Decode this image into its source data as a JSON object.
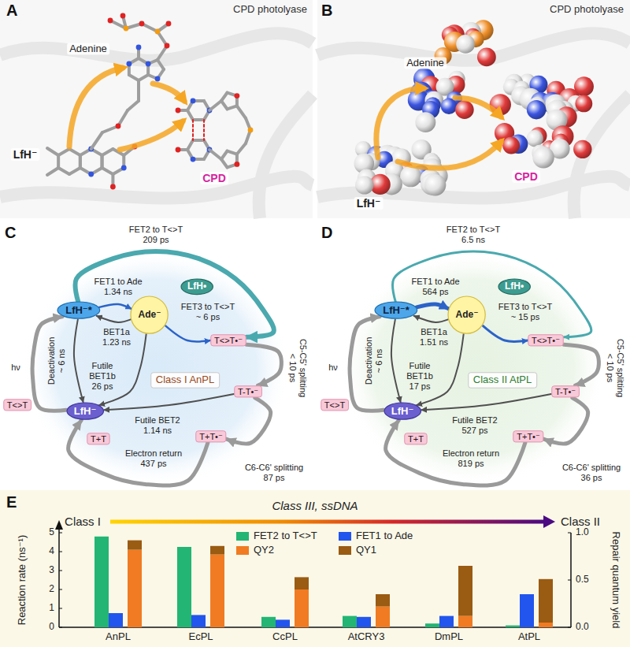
{
  "diagram": {
    "nodes": [
      {
        "text": [
          "LfH⁻*"
        ]
      },
      {
        "text": [
          "Ade⁻"
        ]
      },
      {
        "text": [
          "LfH•"
        ]
      },
      {
        "text": [
          "LfH⁻"
        ]
      },
      {
        "text": [
          "T<>T"
        ]
      },
      {
        "text": [
          "T<>T•⁻"
        ]
      },
      {
        "text": [
          "T-T•⁻"
        ]
      },
      {
        "text": [
          "T+T•⁻"
        ]
      },
      {
        "text": [
          "T+T"
        ]
      },
      {
        "text": [
          "Class I AnPL"
        ]
      },
      {
        "text": [
          "LfH⁻*"
        ]
      },
      {
        "text": [
          "Ade⁻"
        ]
      },
      {
        "text": [
          "LfH•"
        ]
      },
      {
        "text": [
          "LfH⁻"
        ]
      },
      {
        "text": [
          "T<>T"
        ]
      },
      {
        "text": [
          "T<>T•⁻"
        ]
      },
      {
        "text": [
          "T-T•⁻"
        ]
      },
      {
        "text": [
          "T+T•⁻"
        ]
      },
      {
        "text": [
          "T+T"
        ]
      },
      {
        "text": [
          "Class II AtPL"
        ]
      }
    ],
    "edges": [
      {
        "from": 0,
        "to": 5,
        "arrow": "to",
        "label": "FET2 to T<>T 209 ps"
      },
      {
        "from": 3,
        "to": 0,
        "arrow": "to",
        "label": "hν"
      },
      {
        "from": 0,
        "to": 1,
        "arrow": "to",
        "label": "FET1 to Ade 1.34 ns"
      },
      {
        "from": 1,
        "to": 0,
        "arrow": "to",
        "label": "BET1a 1.23 ns"
      },
      {
        "from": 1,
        "to": 5,
        "arrow": "to",
        "label": "FET3 to T<>T ~ 6 ps"
      },
      {
        "from": 1,
        "to": 3,
        "arrow": "to",
        "label": "Futile BET1b 26 ps"
      },
      {
        "from": 0,
        "to": 3,
        "arrow": "to",
        "label": "Deactivation ~ 6 ns"
      },
      {
        "from": 5,
        "to": 6,
        "arrow": "to",
        "label": "C5-C5' splitting < 10 ps"
      },
      {
        "from": 6,
        "to": 7,
        "arrow": "to",
        "label": "C6-C6' splitting 87 ps"
      },
      {
        "from": 6,
        "to": 3,
        "arrow": "to",
        "label": "Futile BET2 1.14 ns"
      },
      {
        "from": 7,
        "to": 3,
        "arrow": "to",
        "label": "Electron return 437 ps"
      },
      {
        "from": 10,
        "to": 15,
        "arrow": "to",
        "label": "FET2 to T<>T 6.5 ns"
      },
      {
        "from": 13,
        "to": 10,
        "arrow": "to",
        "label": "hν"
      },
      {
        "from": 10,
        "to": 11,
        "arrow": "to",
        "label": "FET1 to Ade 564 ps"
      },
      {
        "from": 11,
        "to": 10,
        "arrow": "to",
        "label": "BET1a 1.51 ns"
      },
      {
        "from": 11,
        "to": 15,
        "arrow": "to",
        "label": "FET3 to T<>T ~ 15 ps"
      },
      {
        "from": 11,
        "to": 13,
        "arrow": "to",
        "label": "Futile BET1b 17 ps"
      },
      {
        "from": 10,
        "to": 13,
        "arrow": "to",
        "label": "Deactivation ~ 6 ns"
      },
      {
        "from": 15,
        "to": 16,
        "arrow": "to",
        "label": "C5-C5' splitting < 10 ps"
      },
      {
        "from": 16,
        "to": 17,
        "arrow": "to",
        "label": "C6-C6' splitting 36 ps"
      },
      {
        "from": 16,
        "to": 13,
        "arrow": "to",
        "label": "Futile BET2 527 ps"
      },
      {
        "from": 17,
        "to": 13,
        "arrow": "to",
        "label": "Electron return 819 ps"
      }
    ],
    "labels": [
      "A",
      "CPD photolyase",
      "Adenine",
      "LfH⁻",
      "CPD",
      "B",
      "CPD photolyase",
      "Adenine",
      "LfH⁻",
      "CPD",
      "C",
      "D",
      "E",
      "Class III, ssDNA",
      "Class I",
      "Class II",
      "Reaction rate (ns⁻¹)",
      "Repair quantum yield",
      "0",
      "1",
      "2",
      "3",
      "4",
      "5",
      "0.0",
      "0.5",
      "1.0",
      "AnPL",
      "EcPL",
      "CcPL",
      "AtCRY3",
      "DmPL",
      "AtPL"
    ],
    "legend": [
      {
        "text": "FET2 to T<>T",
        "color": "#22b573"
      },
      {
        "text": "FET1 to Ade",
        "color": "#2255ee"
      },
      {
        "text": "QY2",
        "color": "#f07b22"
      },
      {
        "text": "QY1",
        "color": "#9a5b12"
      }
    ]
  }
}
